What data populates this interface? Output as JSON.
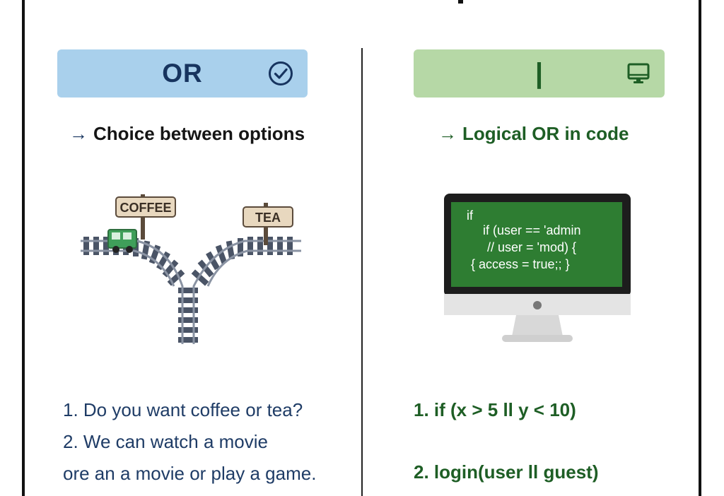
{
  "left": {
    "banner_label": "OR",
    "banner_icon": "check-circle-icon",
    "subtitle_arrow": "→",
    "subtitle": "Choice between options",
    "signs": {
      "coffee": "COFFEE",
      "tea": "TEA"
    },
    "examples": [
      "1. Do you want coffee or tea?",
      "2. We can watch a movie",
      "ore an a movie or play a game."
    ]
  },
  "right": {
    "banner_label": "|",
    "banner_icon": "monitor-icon",
    "subtitle_arrow": "→",
    "subtitle": "Logical OR in code",
    "code_lines": [
      "if",
      "if (user == 'admin",
      "// user = 'mod) {",
      "{ access = true;; }"
    ],
    "examples": [
      "1. if (x > 5 ll y < 10)",
      "2. login(user ll guest)"
    ]
  },
  "colors": {
    "or_banner": "#a9d0ec",
    "pipe_banner": "#b6d8a6",
    "or_text": "#17345f",
    "pipe_text": "#1e5e25",
    "screen": "#2e7d32"
  }
}
